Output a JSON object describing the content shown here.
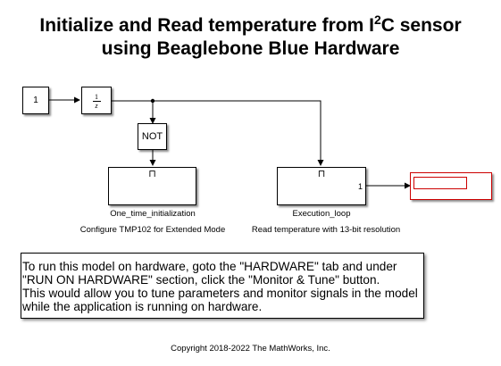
{
  "title": {
    "line1_prefix": "Initialize and Read temperature from I",
    "line1_sup": "2",
    "line1_suffix": "C sensor",
    "line2": "using Beaglebone Blue Hardware"
  },
  "blocks": {
    "constant_value": "1",
    "unit_delay_num": "1",
    "unit_delay_den": "z",
    "not_label": "NOT",
    "init_subsystem_name": "One_time_initialization",
    "init_subsystem_desc": "Configure TMP102 for Extended Mode",
    "loop_subsystem_name": "Execution_loop",
    "loop_subsystem_desc": "Read temperature with 13-bit resolution",
    "loop_port_label": "1",
    "trigger_symbol": "⊓"
  },
  "note": {
    "lines": [
      "To run this model on hardware, goto the \"HARDWARE\" tab and under",
      "\"RUN ON HARDWARE\" section, click the \"Monitor & Tune\" button.",
      "This would allow you to tune parameters and monitor signals in the model",
      "while the application is running on hardware."
    ]
  },
  "copyright": "Copyright 2018-2022 The MathWorks, Inc.",
  "colors": {
    "display_border": "#cc0000",
    "wire": "#000000"
  }
}
